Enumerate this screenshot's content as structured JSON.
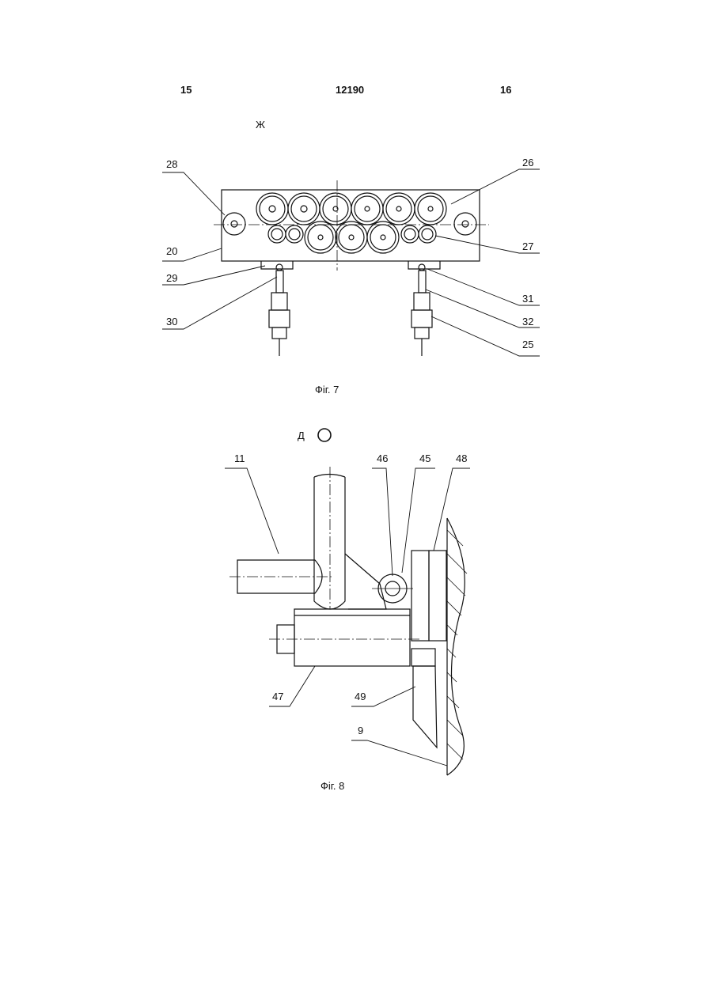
{
  "header": {
    "left_page": "15",
    "patent_number": "12190",
    "right_page": "16"
  },
  "figure7": {
    "view_letter": "Ж",
    "caption": "Фіг. 7",
    "labels": {
      "l28": "28",
      "l26": "26",
      "l20": "20",
      "l27": "27",
      "l29": "29",
      "l31": "31",
      "l30": "30",
      "l32": "32",
      "l25": "25"
    }
  },
  "figure8": {
    "view_letter": "Д",
    "caption": "Фіг. 8",
    "labels": {
      "l11": "11",
      "l46": "46",
      "l45": "45",
      "l48": "48",
      "l47": "47",
      "l49": "49",
      "l9": "9"
    }
  }
}
